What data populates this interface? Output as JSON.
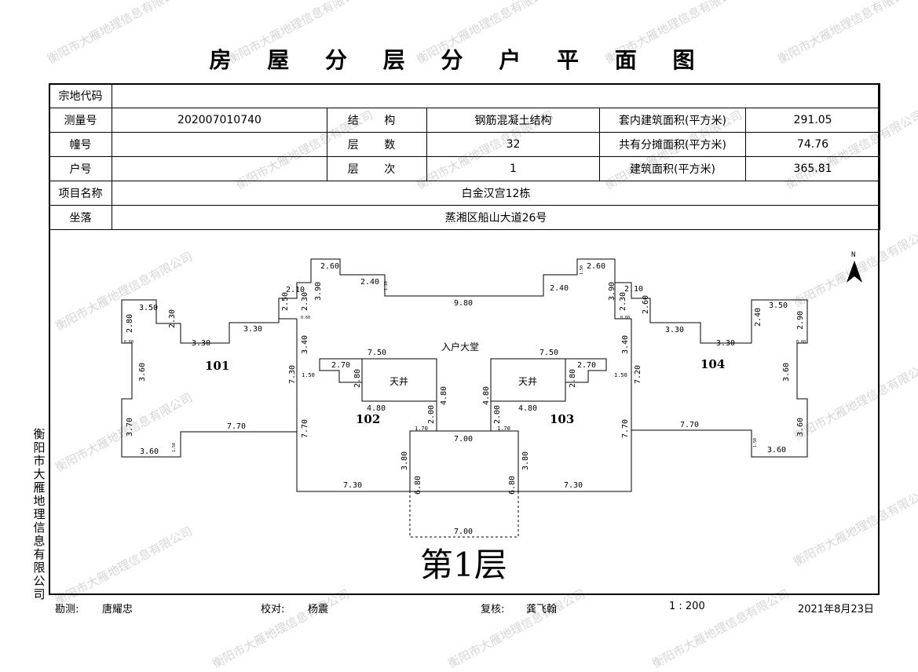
{
  "title": "房 屋 分 层 分 户 平 面 图",
  "info": {
    "zongdi_label": "宗地代码",
    "zongdi_value": "",
    "survey_no_label": "测量号",
    "survey_no_value": "202007010740",
    "structure_label": "结 构",
    "structure_value": "钢筋混凝土结构",
    "inner_area_label": "套内建筑面积(平方米)",
    "inner_area_value": "291.05",
    "building_no_label": "幢号",
    "building_no_value": "",
    "floors_label": "层 数",
    "floors_value": "32",
    "shared_area_label": "共有分摊面积(平方米)",
    "shared_area_value": "74.76",
    "unit_no_label": "户号",
    "unit_no_value": "",
    "floor_label": "层 次",
    "floor_value": "1",
    "total_area_label": "建筑面积(平方米)",
    "total_area_value": "365.81",
    "project_label": "项目名称",
    "project_value": "白金汉宫12栋",
    "location_label": "坐落",
    "location_value": "蒸湘区船山大道26号"
  },
  "plan": {
    "north": "N",
    "floor_label": "第1层",
    "lobby": "入户大堂",
    "courtyard": "天井",
    "units": [
      "101",
      "102",
      "103",
      "104"
    ],
    "dims": {
      "d260": "2.60",
      "d240": "2.40",
      "d980": "9.80",
      "d390": "3.90",
      "d210": "2.10",
      "d250": "2.50",
      "d230": "2.30",
      "d350": "3.50",
      "d280": "2.80",
      "d330": "3.30",
      "d340": "3.40",
      "d750": "7.50",
      "d270": "2.70",
      "d730": "7.30",
      "d150": "1.50",
      "d360": "3.60",
      "d480": "4.80",
      "d200": "2.00",
      "d170": "1.70",
      "d700": "7.00",
      "d370": "3.70",
      "d770": "7.70",
      "d380": "3.80",
      "d680": "6.80",
      "d720": "7.20",
      "d290": "2.90",
      "d120": "1.20",
      "d060": "0.60"
    }
  },
  "side_text": "衡阳市大雁地理信息有限公司",
  "watermark": "衡阳市大雁地理信息有限公司",
  "footer": {
    "surveyor_label": "勘测:",
    "surveyor": "唐耀忠",
    "checker_label": "校对:",
    "checker": "杨震",
    "reviewer_label": "复核:",
    "reviewer": "龚飞翰",
    "scale": "1 : 200",
    "date": "2021年8月23日"
  }
}
